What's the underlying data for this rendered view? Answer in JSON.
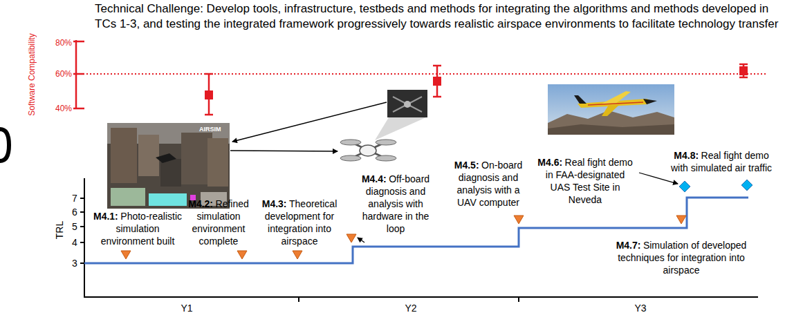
{
  "diagram": {
    "title": "Technical Challenge: Develop tools, infrastructure, testbeds and methods for integrating the algorithms and methods developed in TCs 1-3, and testing the integrated framework progressively towards realistic airspace environments to facilitate technology transfer",
    "labels": [
      "80%",
      "60%",
      "40%",
      "Software Compatibility",
      "AIRSIM",
      "M4.1:",
      "Photo-realistic simulation environment built",
      "M4.2:",
      "Refined simulation environment complete",
      "M4.3:",
      "Theoretical development for integration into airspace",
      "M4.4:",
      "Off-board diagnosis and analysis with hardware in the loop",
      "M4.5:",
      "On-board diagnosis and analysis with a UAV computer",
      "M4.6:",
      "Real fight demo in FAA-designated UAS Test Site in Neveda",
      "M4.7:",
      "Simulation of developed techniques for integration into airspace",
      "M4.8:",
      "Real fight demo with simulated air traffic",
      "TRL",
      "7",
      "6",
      "5",
      "4",
      "3",
      "Y1",
      "Y2",
      "Y3"
    ]
  }
}
